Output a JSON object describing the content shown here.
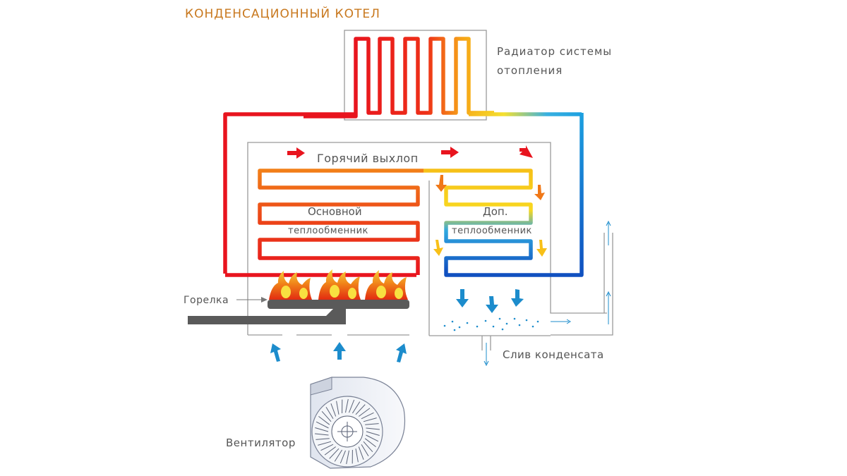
{
  "title": "КОНДЕНСАЦИОННЫЙ КОТЕЛ",
  "labels": {
    "radiator_line1": "Радиатор системы",
    "radiator_line2": "отопления",
    "hot_exhaust": "Горячий выхлоп",
    "main_hx_line1": "Основной",
    "main_hx_line2": "теплообменник",
    "aux_hx_line1": "Доп.",
    "aux_hx_line2": "теплообменник",
    "burner": "Горелка",
    "condensate_drain": "Слив конденсата",
    "fan": "Вентилятор"
  },
  "colors": {
    "hot": "#e8141e",
    "warm": "#f07818",
    "mild": "#f8c818",
    "cool": "#1ca0e0",
    "cold": "#1050c0",
    "airflow": "#1c8ccc",
    "outline": "#9a9a9a",
    "title": "#c8781e"
  }
}
